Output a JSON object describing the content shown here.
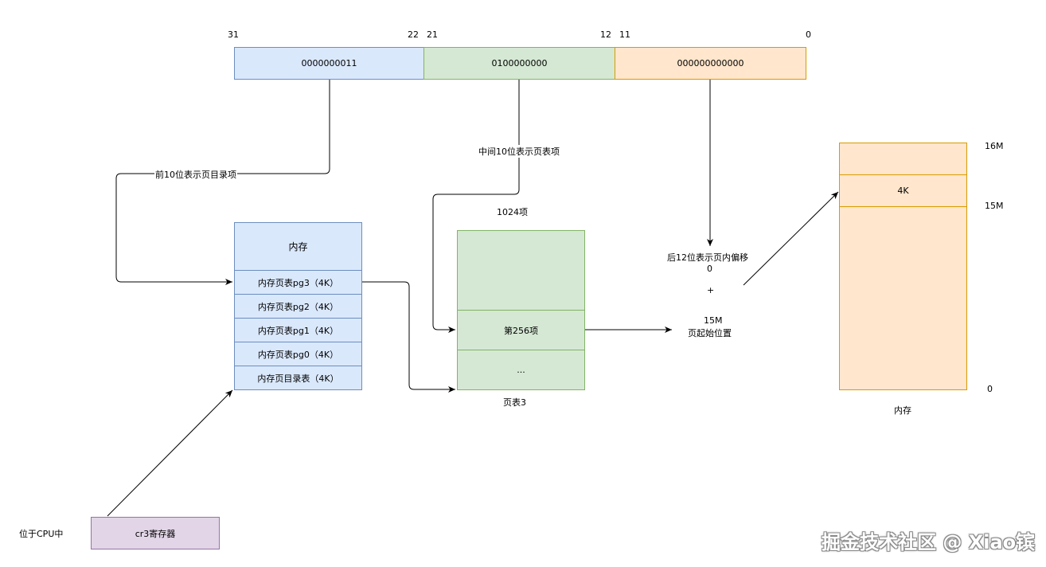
{
  "address_bits": {
    "labels": {
      "b31": "31",
      "b22": "22",
      "b21": "21",
      "b12": "12",
      "b11": "11",
      "b0": "0"
    },
    "dir_field": "0000000011",
    "table_field": "0100000000",
    "offset_field": "000000000000"
  },
  "edges": {
    "dir_label": "前10位表示页目录项",
    "table_label": "中间10位表示页表项",
    "offset_label": "后12位表示页内偏移"
  },
  "memory_block": {
    "title": "内存",
    "rows": [
      "内存页表pg3（4K）",
      "内存页表pg2（4K）",
      "内存页表pg1（4K）",
      "内存页表pg0（4K）",
      "内存页目录表（4K）"
    ]
  },
  "cr3": {
    "label": "cr3寄存器",
    "caption": "位于CPU中"
  },
  "page_table": {
    "count_label": "1024项",
    "entry_label": "第256项",
    "ellipsis": "...",
    "caption": "页表3"
  },
  "calc": {
    "zero": "0",
    "plus": "+",
    "start_value": "15M",
    "start_label": "页起始位置"
  },
  "physical_memory": {
    "page_label": "4K",
    "top_label": "16M",
    "page_start_label": "15M",
    "bottom_label": "0",
    "caption": "内存"
  },
  "watermark": "掘金技术社区 @ Xiao镔",
  "colors": {
    "blue_fill": "#dae8fc",
    "blue_stroke": "#6c8ebf",
    "green_fill": "#d5e8d4",
    "green_stroke": "#82b366",
    "orange_fill": "#ffe6cc",
    "orange_stroke": "#d79b00",
    "purple_fill": "#e1d5e7",
    "purple_stroke": "#9673a6"
  }
}
